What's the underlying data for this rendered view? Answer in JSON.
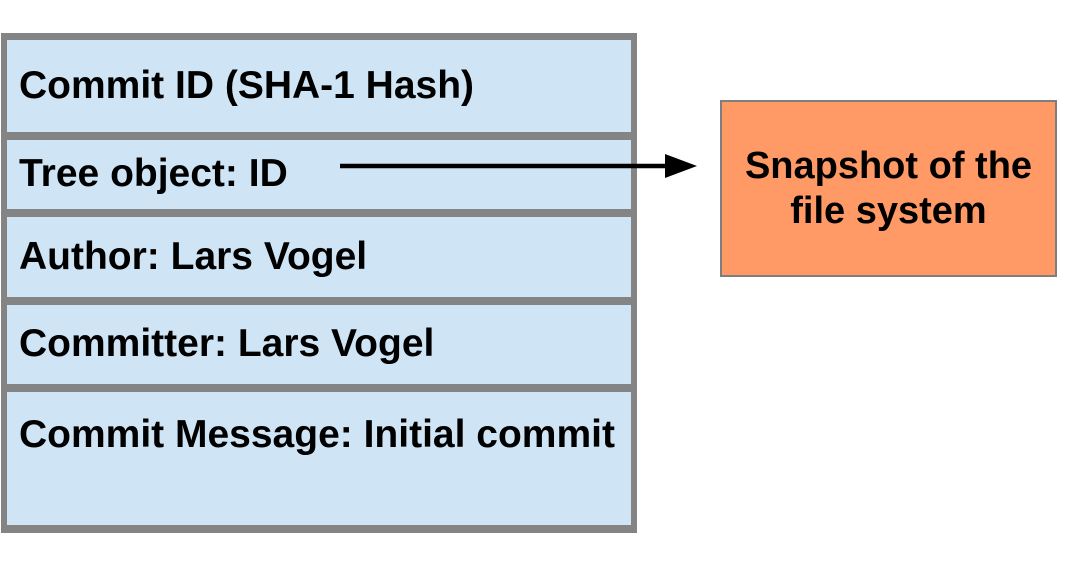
{
  "commit_box": {
    "rows": [
      "Commit ID (SHA-1 Hash)",
      "Tree object: ID",
      "Author: Lars Vogel",
      "Committer: Lars Vogel",
      "Commit Message: Initial commit"
    ]
  },
  "snapshot_box": {
    "label": "Snapshot of the file system"
  },
  "colors": {
    "row_fill": "#cfe5f5",
    "border_gray": "#848484",
    "snapshot_fill": "#ff9966",
    "snapshot_border": "#7e7e7e",
    "arrow": "#000000",
    "text": "#000000"
  }
}
